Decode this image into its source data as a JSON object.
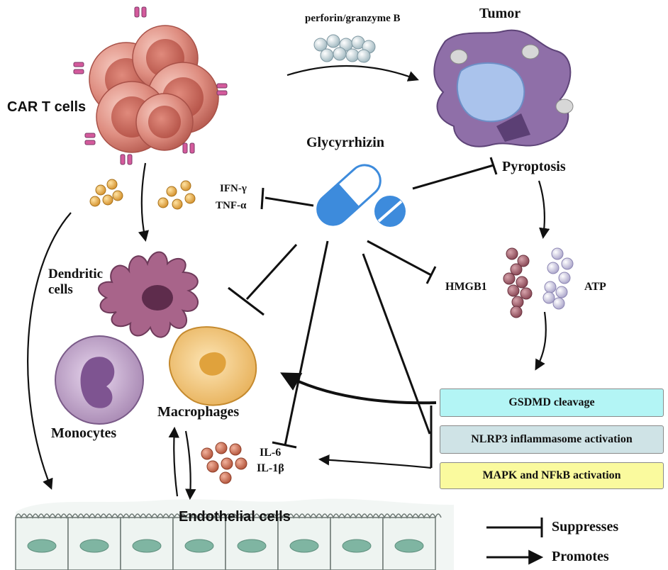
{
  "labels": {
    "perforin": "perforin/granzyme B",
    "tumor": "Tumor",
    "car_t": "CAR T cells",
    "glycyrrhizin": "Glycyrrhizin",
    "pyroptosis": "Pyroptosis",
    "ifn": "IFN-γ",
    "tnf": "TNF-α",
    "dendritic": "Dendritic cells",
    "hmgb1": "HMGB1",
    "atp": "ATP",
    "monocytes": "Monocytes",
    "macrophages": "Macrophages",
    "il6": "IL-6",
    "il1b": "IL-1β",
    "endothelial": "Endothelial cells"
  },
  "boxes": {
    "gsdmd": "GSDMD cleavage",
    "nlrp3": "NLRP3 inflammasome activation",
    "mapk": "MAPK and NFkB activation"
  },
  "legend": {
    "suppresses": "Suppresses",
    "promotes": "Promotes"
  },
  "colors": {
    "gsdmd_box": "#b3f5f5",
    "nlrp3_box": "#cfe3e6",
    "mapk_box": "#fafa9e",
    "car_t_cell": "#d9837a",
    "tumor": "#8e6fa6",
    "drug": "#3d8bdc",
    "cytokine_orange": "#e0a23c",
    "il_particles": "#c9694e",
    "hmgb1_particles": "#9a5d67",
    "atp_particles": "#c8c3e0",
    "dendritic": "#8c4f72",
    "macrophage": "#f0c06e",
    "monocyte": "#b79abf",
    "endothelial": "#dcefe8"
  }
}
